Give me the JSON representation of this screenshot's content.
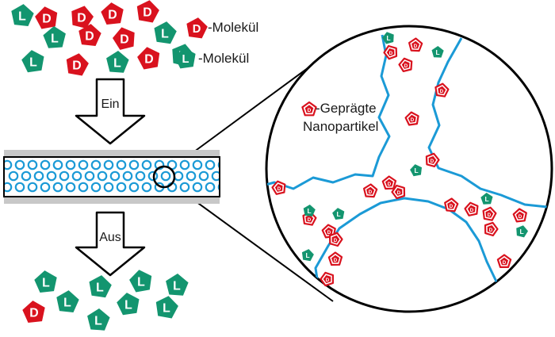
{
  "legend": {
    "d_molecule": "-Molekül",
    "l_molecule": "-Molekül",
    "nanoparticle_line1": "-Geprägte",
    "nanoparticle_line2": "Nanopartikel"
  },
  "flow": {
    "in_label": "Ein",
    "out_label": "Aus"
  },
  "molecule_letters": {
    "d": "D",
    "l": "L"
  },
  "colors": {
    "d_molecule": "#d9121e",
    "l_molecule": "#13956f",
    "pore": "#1b9ad6",
    "tube_wall": "#c8c8c8",
    "outline": "#000000"
  },
  "icons": {
    "d_molecule": "red-pentagon-D",
    "l_molecule": "green-pentagon-L",
    "nanoparticle": "outlined-red-pentagon-D"
  }
}
